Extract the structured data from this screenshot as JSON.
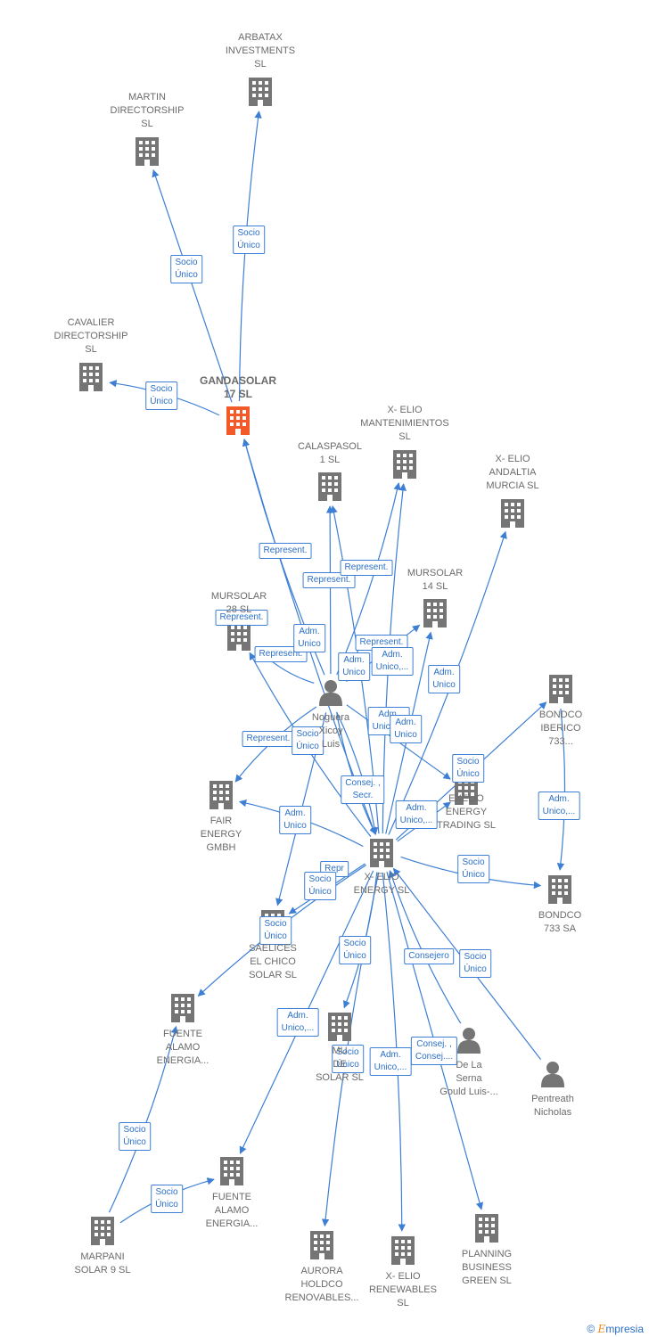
{
  "colors": {
    "edge": "#3d7fd4",
    "building": "#757575",
    "main_building": "#f25a29",
    "person": "#757575"
  },
  "nodes": [
    {
      "id": "arbatax",
      "label": "ARBATAX\nINVESTMENTS\nSL",
      "type": "company"
    },
    {
      "id": "martin",
      "label": "MARTIN\nDIRECTORSHIP\nSL",
      "type": "company"
    },
    {
      "id": "cavalier",
      "label": "CAVALIER\nDIRECTORSHIP\nSL",
      "type": "company"
    },
    {
      "id": "gandasolar",
      "label": "GANDASOLAR\n17  SL",
      "type": "main"
    },
    {
      "id": "calaspasol",
      "label": "CALASPASOL\n1  SL",
      "type": "company"
    },
    {
      "id": "xelio_mant",
      "label": "X- ELIO\nMANTENIMIENTOS\nSL",
      "type": "company"
    },
    {
      "id": "xelio_andaltia",
      "label": "X- ELIO\nANDALTIA\nMURCIA  SL",
      "type": "company"
    },
    {
      "id": "mursolar14",
      "label": "MURSOLAR\n14 SL",
      "type": "company"
    },
    {
      "id": "mursolar28",
      "label": "MURSOLAR\n28 SL",
      "type": "company"
    },
    {
      "id": "noguera",
      "label": "Noguera\nXicoy\nLuis",
      "type": "person"
    },
    {
      "id": "bondco_iberico",
      "label": "BONDCO\nIBERICO\n733...",
      "type": "company"
    },
    {
      "id": "exelio",
      "label": "EXELIO\nENERGY\nTRADING  SL",
      "type": "company"
    },
    {
      "id": "fair",
      "label": "FAIR\nENERGY\nGMBH",
      "type": "company"
    },
    {
      "id": "xelio_energy",
      "label": "X- ELIO\nENERGY  SL",
      "type": "company"
    },
    {
      "id": "bondco733",
      "label": "BONDCO\n733 SA",
      "type": "company"
    },
    {
      "id": "saelices",
      "label": "SAELICES\nEL CHICO\nSOLAR SL",
      "type": "company"
    },
    {
      "id": "fuente1",
      "label": "FUENTE\nALAMO\nENERGIA...",
      "type": "company"
    },
    {
      "id": "mursolar_de",
      "label": "MU\nDE\nSOLAR SL",
      "type": "company"
    },
    {
      "id": "delaserna",
      "label": "De La\nSerna\nGould Luis-...",
      "type": "person"
    },
    {
      "id": "pentreath",
      "label": "Pentreath\nNicholas",
      "type": "person"
    },
    {
      "id": "fuente2",
      "label": "FUENTE\nALAMO\nENERGIA...",
      "type": "company"
    },
    {
      "id": "marpani",
      "label": "MARPANI\nSOLAR 9  SL",
      "type": "company"
    },
    {
      "id": "aurora",
      "label": "AURORA\nHOLDCO\nRENOVABLES...",
      "type": "company"
    },
    {
      "id": "xelio_renew",
      "label": "X- ELIO\nRENEWABLES\nSL",
      "type": "company"
    },
    {
      "id": "planning",
      "label": "PLANNING\nBUSINESS\nGREEN  SL",
      "type": "company"
    }
  ],
  "edges": [
    {
      "from": "gandasolar",
      "to": "arbatax",
      "label": "Socio\nÚnico"
    },
    {
      "from": "gandasolar",
      "to": "martin",
      "label": "Socio\nÚnico"
    },
    {
      "from": "gandasolar",
      "to": "cavalier",
      "label": "Socio\nÚnico"
    },
    {
      "from": "noguera",
      "to": "gandasolar",
      "label": "Represent."
    },
    {
      "from": "noguera",
      "to": "calaspasol",
      "label": "Represent."
    },
    {
      "from": "noguera",
      "to": "xelio_mant",
      "label": "Represent."
    },
    {
      "from": "noguera",
      "to": "mursolar28",
      "label": "Represent."
    },
    {
      "from": "noguera",
      "to": "mursolar14",
      "label": "Represent."
    },
    {
      "from": "noguera",
      "to": "fair",
      "label": "Represent."
    },
    {
      "from": "noguera",
      "to": "xelio_energy",
      "label": "Represent."
    },
    {
      "from": "noguera",
      "to": "exelio",
      "label": "Repr"
    },
    {
      "from": "xelio_energy",
      "to": "calaspasol",
      "label": "Adm.\nUnico,..."
    },
    {
      "from": "xelio_energy",
      "to": "xelio_mant",
      "label": "Adm.\nUnico"
    },
    {
      "from": "xelio_energy",
      "to": "mursolar14",
      "label": "Adm.\nUnico,..."
    },
    {
      "from": "xelio_energy",
      "to": "xelio_andaltia",
      "label": "Adm.\nUnico"
    },
    {
      "from": "xelio_energy",
      "to": "mursolar28",
      "label": "Adm.\nUnico"
    },
    {
      "from": "xelio_energy",
      "to": "exelio",
      "label": "Adm.\nUnico"
    },
    {
      "from": "xelio_energy",
      "to": "fair",
      "label": "Adm.\nUnico,..."
    },
    {
      "from": "xelio_energy",
      "to": "gandasolar",
      "label": "Adm.\nUnico"
    },
    {
      "from": "xelio_energy",
      "to": "bondco_iberico",
      "label": "Socio\nÚnico"
    },
    {
      "from": "xelio_energy",
      "to": "bondco733",
      "label": "Socio\nÚnico"
    },
    {
      "from": "bondco_iberico",
      "to": "bondco733",
      "label": "Socio\nÚnico"
    },
    {
      "from": "xelio_energy",
      "to": "saelices",
      "label": "Adm.\nUnico,..."
    },
    {
      "from": "xelio_energy",
      "to": "fuente1",
      "label": "Socio\nÚnico"
    },
    {
      "from": "xelio_energy",
      "to": "mursolar_de",
      "label": "Adm.\nUnico,..."
    },
    {
      "from": "xelio_energy",
      "to": "fuente2",
      "label": "Socio\nÚnico"
    },
    {
      "from": "xelio_energy",
      "to": "aurora",
      "label": "Socio\nÚnico"
    },
    {
      "from": "xelio_energy",
      "to": "xelio_renew",
      "label": "Socio\nÚnico"
    },
    {
      "from": "xelio_energy",
      "to": "planning",
      "label": "Adm.\nUnico,..."
    },
    {
      "from": "noguera",
      "to": "xelio_energy",
      "label": "Consej. ,\nConsej...."
    },
    {
      "from": "delaserna",
      "to": "xelio_energy",
      "label": "Consej. ,\nSecr."
    },
    {
      "from": "pentreath",
      "to": "xelio_energy",
      "label": "Consejero"
    },
    {
      "from": "marpani",
      "to": "fuente1",
      "label": "Socio\nÚnico"
    },
    {
      "from": "marpani",
      "to": "fuente2",
      "label": "Socio\nÚnico"
    },
    {
      "from": "noguera",
      "to": "saelices",
      "label": "Socio\nÚnico"
    }
  ],
  "footer": {
    "copyright": "©",
    "brand_initial": "E",
    "brand_rest": "mpresia"
  }
}
